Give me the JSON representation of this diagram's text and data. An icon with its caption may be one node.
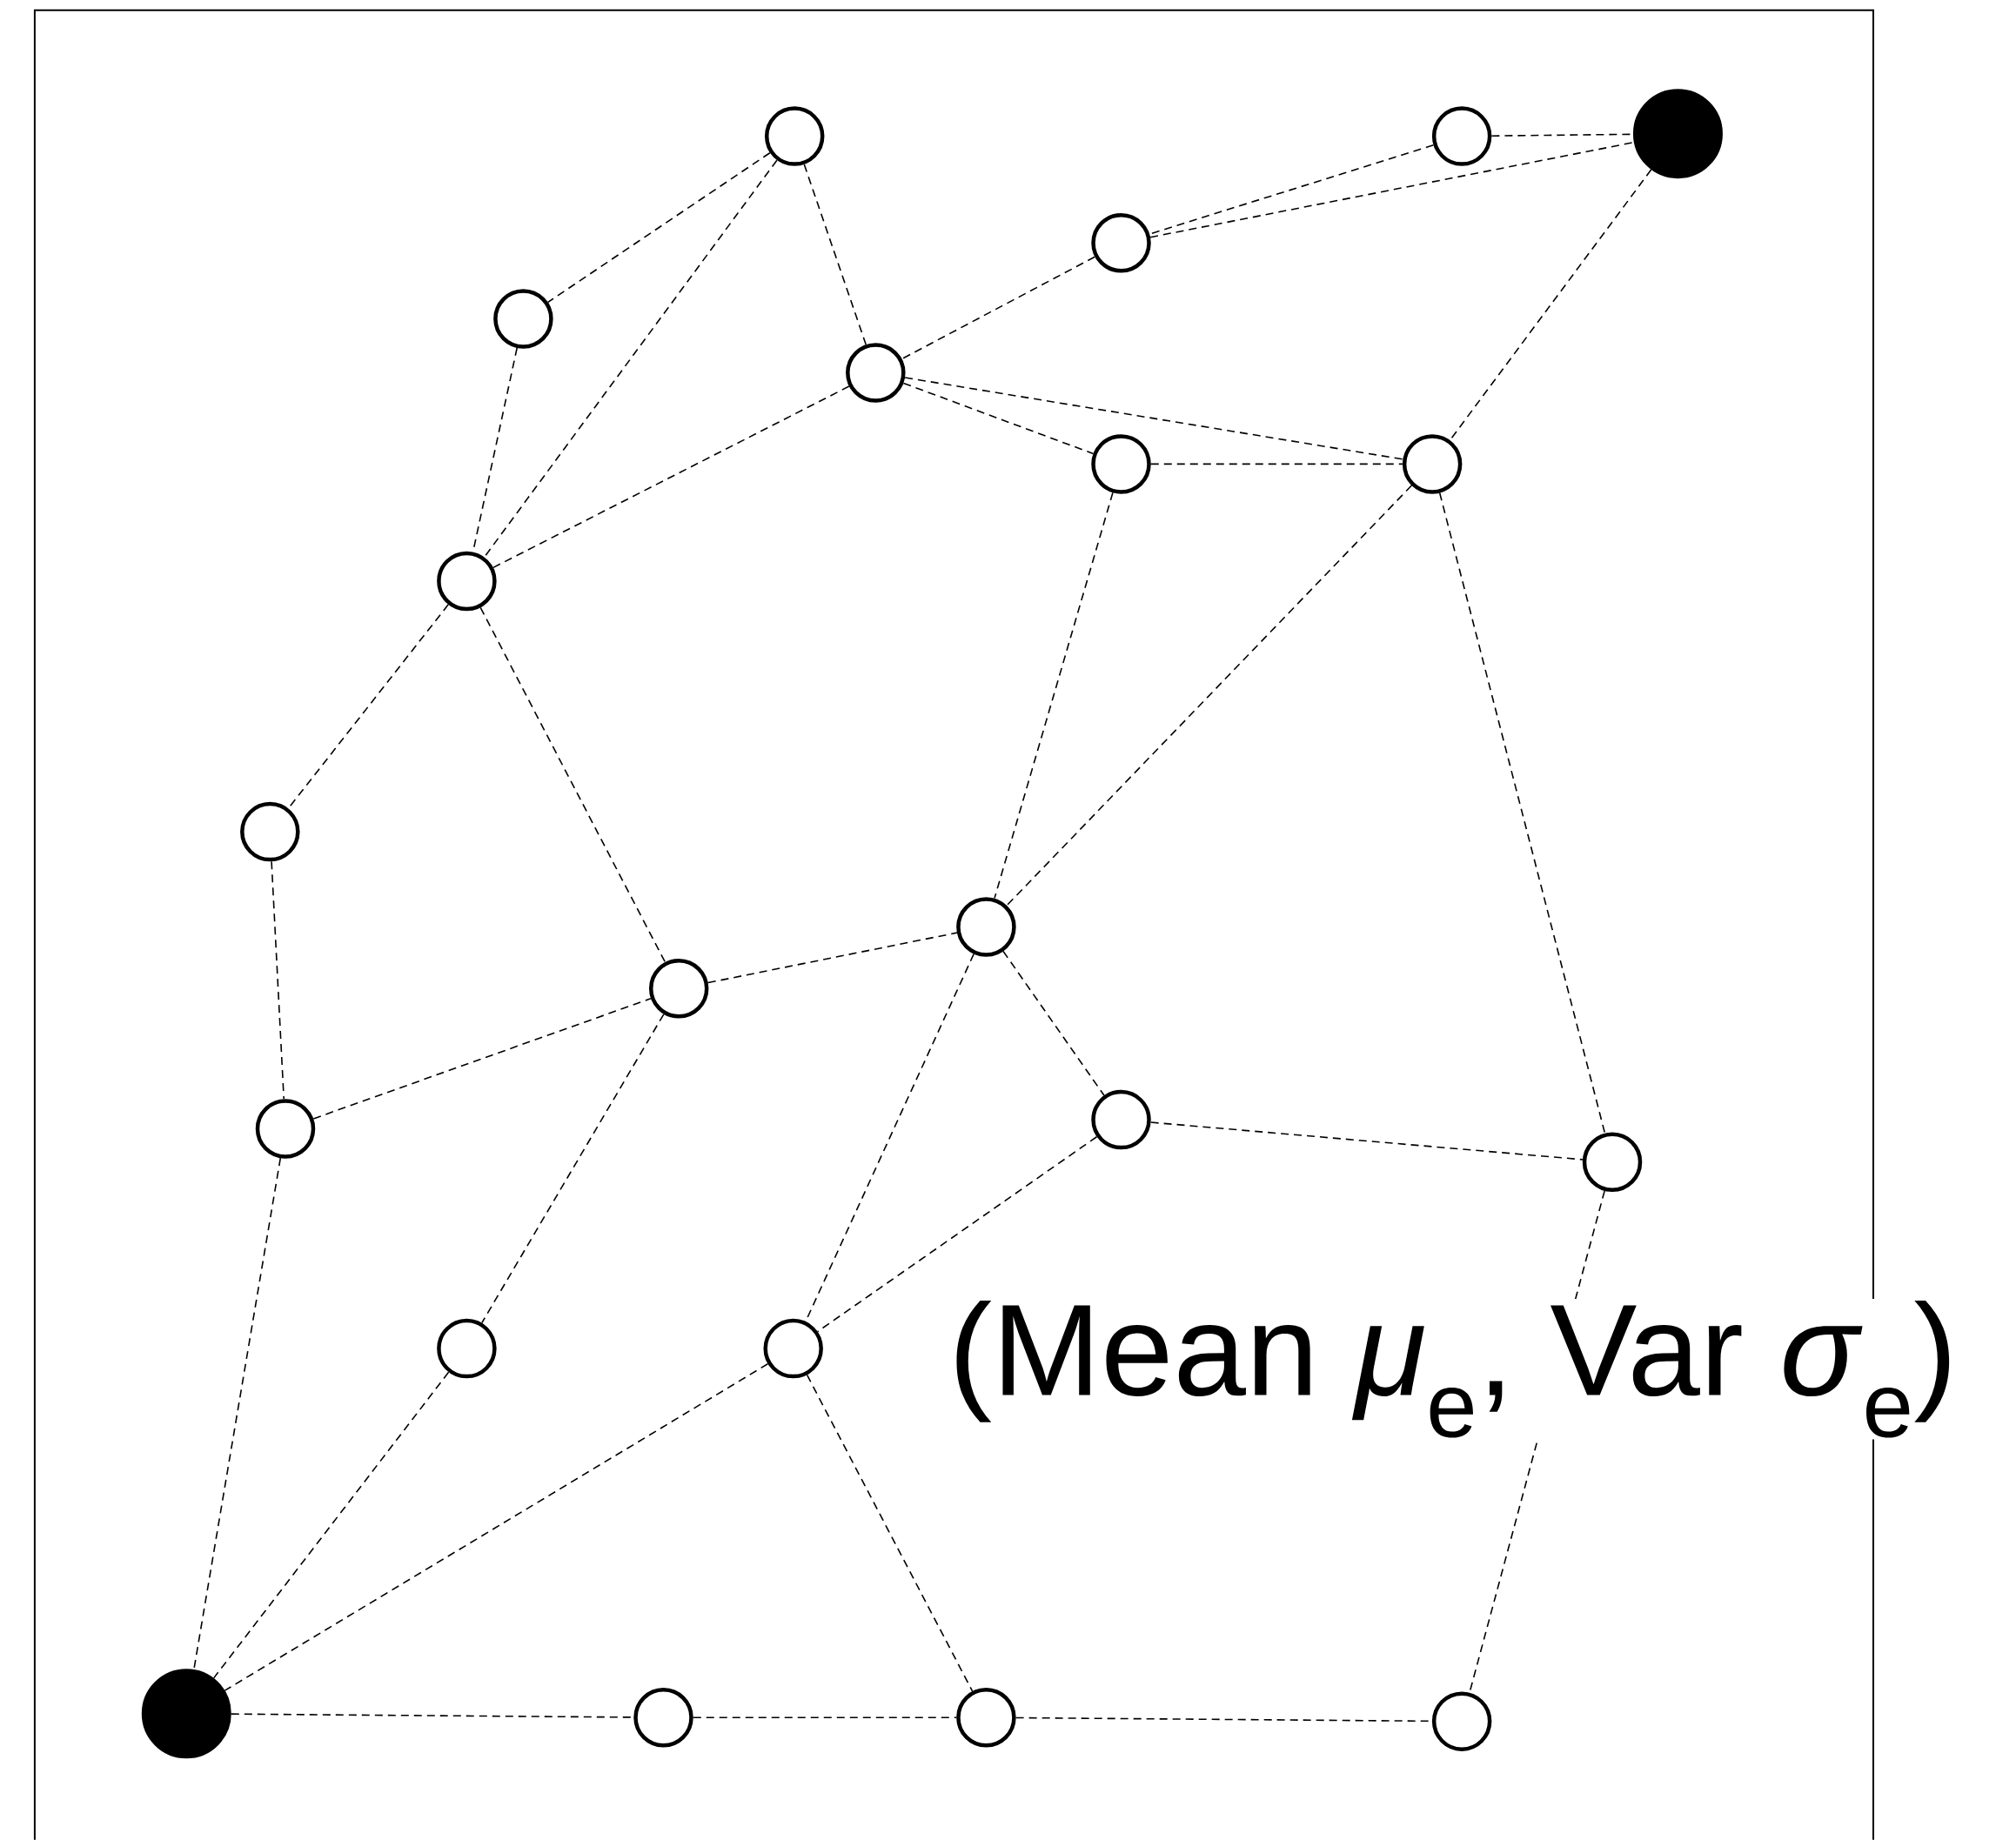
{
  "diagram": {
    "nodes": [
      {
        "text": [],
        "shape": "circle"
      },
      {
        "text": [],
        "shape": "circle"
      },
      {
        "text": [],
        "shape": "circle"
      },
      {
        "text": [],
        "shape": "circle"
      },
      {
        "text": [],
        "shape": "circle"
      },
      {
        "text": [],
        "shape": "circle"
      },
      {
        "text": [],
        "shape": "circle"
      },
      {
        "text": [],
        "shape": "circle"
      },
      {
        "text": [],
        "shape": "circle"
      },
      {
        "text": [],
        "shape": "circle"
      },
      {
        "text": [],
        "shape": "circle"
      },
      {
        "text": [],
        "shape": "circle"
      },
      {
        "text": [],
        "shape": "circle"
      },
      {
        "text": [],
        "shape": "circle"
      },
      {
        "text": [],
        "shape": "circle"
      },
      {
        "text": [],
        "shape": "circle"
      },
      {
        "text": [],
        "shape": "circle"
      },
      {
        "text": [],
        "shape": "circle"
      },
      {
        "text": [],
        "shape": "circle"
      },
      {
        "text": [],
        "shape": "circle"
      },
      {
        "text": [],
        "shape": "circle"
      }
    ],
    "edges": [
      {
        "from": 1,
        "to": 2,
        "arrow": "none",
        "style": "dashed"
      },
      {
        "from": 1,
        "to": 3,
        "arrow": "none",
        "style": "dashed"
      },
      {
        "from": 3,
        "to": 2,
        "arrow": "none",
        "style": "dashed"
      },
      {
        "from": 2,
        "to": 7,
        "arrow": "none",
        "style": "dashed"
      },
      {
        "from": 0,
        "to": 4,
        "arrow": "none",
        "style": "dashed"
      },
      {
        "from": 0,
        "to": 8,
        "arrow": "none",
        "style": "dashed"
      },
      {
        "from": 0,
        "to": 5,
        "arrow": "none",
        "style": "dashed"
      },
      {
        "from": 3,
        "to": 5,
        "arrow": "none",
        "style": "dashed"
      },
      {
        "from": 5,
        "to": 8,
        "arrow": "none",
        "style": "dashed"
      },
      {
        "from": 5,
        "to": 6,
        "arrow": "none",
        "style": "dashed"
      },
      {
        "from": 5,
        "to": 7,
        "arrow": "none",
        "style": "dashed"
      },
      {
        "from": 6,
        "to": 7,
        "arrow": "none",
        "style": "dashed"
      },
      {
        "from": 4,
        "to": 8,
        "arrow": "none",
        "style": "dashed"
      },
      {
        "from": 8,
        "to": 9,
        "arrow": "none",
        "style": "dashed"
      },
      {
        "from": 8,
        "to": 11,
        "arrow": "none",
        "style": "dashed"
      },
      {
        "from": 6,
        "to": 10,
        "arrow": "none",
        "style": "dashed"
      },
      {
        "from": 7,
        "to": 10,
        "arrow": "none",
        "style": "dashed"
      },
      {
        "from": 7,
        "to": 14,
        "arrow": "none",
        "style": "dashed"
      },
      {
        "from": 9,
        "to": 13,
        "arrow": "none",
        "style": "dashed"
      },
      {
        "from": 13,
        "to": 11,
        "arrow": "none",
        "style": "dashed"
      },
      {
        "from": 11,
        "to": 10,
        "arrow": "none",
        "style": "dashed"
      },
      {
        "from": 10,
        "to": 12,
        "arrow": "none",
        "style": "dashed"
      },
      {
        "from": 10,
        "to": 16,
        "arrow": "none",
        "style": "dashed"
      },
      {
        "from": 12,
        "to": 16,
        "arrow": "none",
        "style": "dashed"
      },
      {
        "from": 12,
        "to": 14,
        "arrow": "none",
        "style": "dashed"
      },
      {
        "from": 11,
        "to": 15,
        "arrow": "none",
        "style": "dashed"
      },
      {
        "from": 14,
        "to": 20,
        "arrow": "none",
        "style": "dashed"
      },
      {
        "from": 13,
        "to": 17,
        "arrow": "none",
        "style": "dashed"
      },
      {
        "from": 15,
        "to": 17,
        "arrow": "none",
        "style": "dashed"
      },
      {
        "from": 16,
        "to": 17,
        "arrow": "none",
        "style": "dashed"
      },
      {
        "from": 16,
        "to": 19,
        "arrow": "none",
        "style": "dashed"
      },
      {
        "from": 17,
        "to": 18,
        "arrow": "none",
        "style": "dashed"
      },
      {
        "from": 18,
        "to": 19,
        "arrow": "none",
        "style": "dashed"
      },
      {
        "from": 19,
        "to": 20,
        "arrow": "none",
        "style": "dashed"
      }
    ],
    "labels": [
      "(Mean *μ*$_{e}$, Var *σ*$_{e}$)"
    ]
  }
}
